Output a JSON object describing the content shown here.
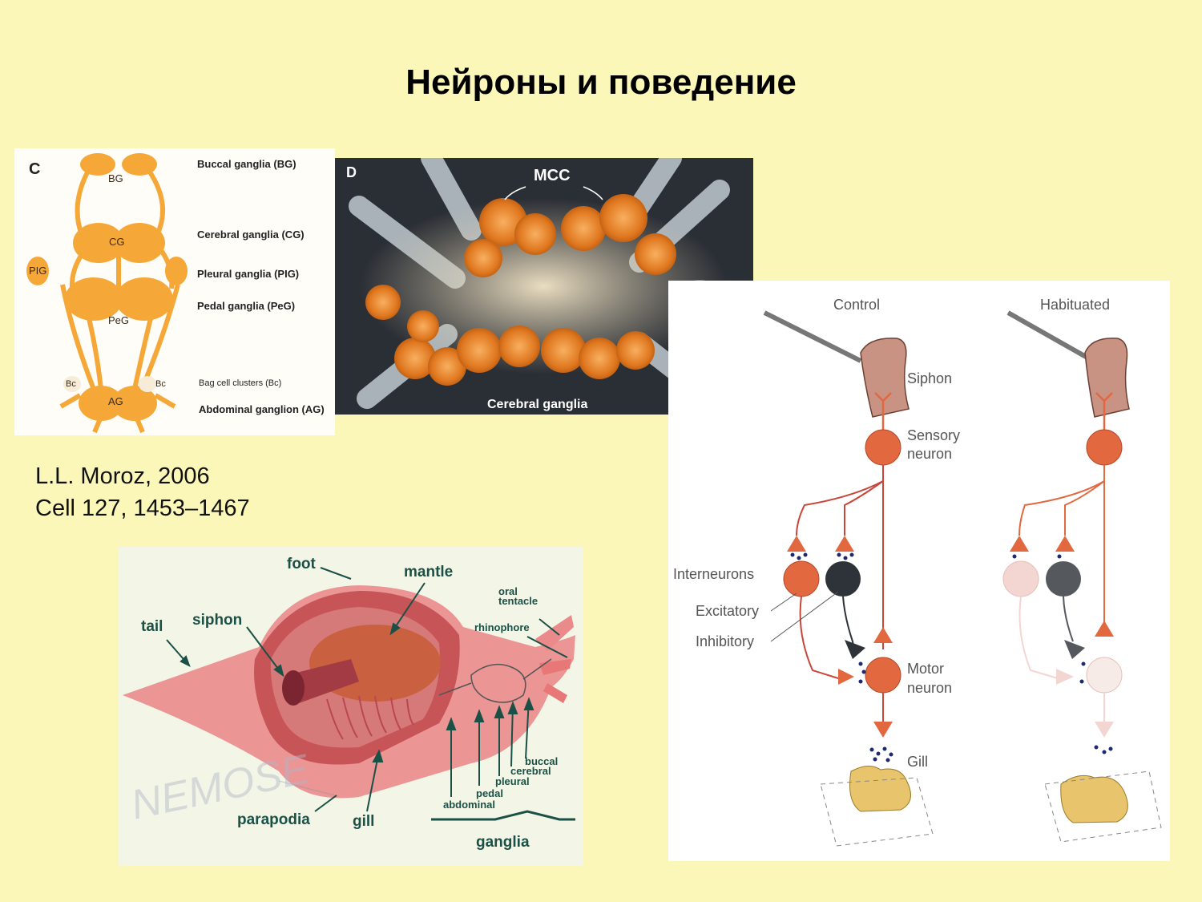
{
  "slide": {
    "title": "Нейроны и поведение"
  },
  "citation": {
    "line1": "L.L. Moroz, 2006",
    "line2": "Cell 127, 1453–1467"
  },
  "panel_c": {
    "letter": "C",
    "nodes": {
      "bg": "BG",
      "cg": "CG",
      "pig": "PIG",
      "peg": "PeG",
      "bc_left": "Bc",
      "bc_right": "Bc",
      "ag": "AG"
    },
    "legend": [
      "Buccal ganglia (BG)",
      "Cerebral ganglia (CG)",
      "Pleural ganglia (PIG)",
      "Pedal ganglia (PeG)",
      "Bag cell clusters (Bc)",
      "Abdominal ganglion (AG)"
    ],
    "ganglion_color": "#f5a838"
  },
  "panel_d": {
    "letter": "D",
    "mcc": "MCC",
    "caption": "Cerebral ganglia"
  },
  "aplysia": {
    "labels": {
      "foot": "foot",
      "mantle": "mantle",
      "oral_tentacle_1": "oral",
      "oral_tentacle_2": "tentacle",
      "rhinophore": "rhinophore",
      "tail": "tail",
      "siphon": "siphon",
      "buccal": "buccal",
      "cerebral": "cerebral",
      "pleural": "pleural",
      "pedal": "pedal",
      "abdominal": "abdominal",
      "parapodia": "parapodia",
      "gill": "gill",
      "ganglia": "ganglia"
    },
    "watermark": "NEMOSE",
    "label_color": "#1a5046",
    "body_color": "#e98787"
  },
  "reflex": {
    "control_title": "Control",
    "habituated_title": "Habituated",
    "labels": {
      "siphon": "Siphon",
      "sensory_1": "Sensory",
      "sensory_2": "neuron",
      "interneurons": "Interneurons",
      "excitatory": "Excitatory",
      "inhibitory": "Inhibitory",
      "motor_1": "Motor",
      "motor_2": "neuron",
      "gill": "Gill"
    },
    "neuron_color": "#e2683f",
    "faded_color": "#f3d6d2"
  }
}
